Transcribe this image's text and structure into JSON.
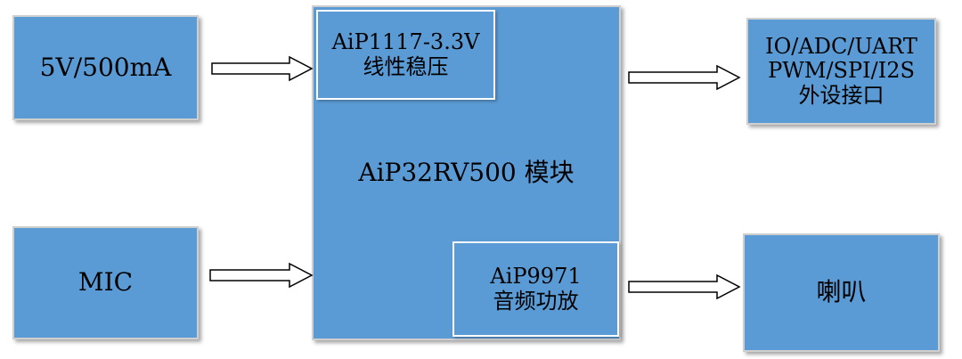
{
  "diagram": {
    "power_input": {
      "label": "5V/500mA"
    },
    "mic_input": {
      "label": "MIC"
    },
    "main_module": {
      "label": "AiP32RV500 模块"
    },
    "regulator": {
      "line1": "AiP1117-3.3V",
      "line2": "线性稳压"
    },
    "audio_amp": {
      "line1": "AiP9971",
      "line2": "音频功放"
    },
    "peripherals": {
      "line1": "IO/ADC/UART",
      "line2": "PWM/SPI/I2S",
      "line3": "外设接口"
    },
    "speaker": {
      "label": "喇叭"
    }
  },
  "colors": {
    "box_fill": "#5b9bd5",
    "arrow_stroke": "#000000",
    "arrow_fill": "#ffffff"
  }
}
